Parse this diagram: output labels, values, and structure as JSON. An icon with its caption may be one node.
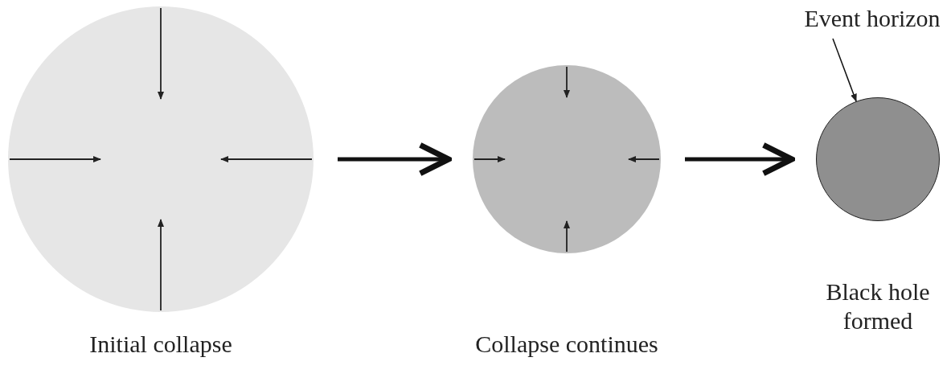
{
  "diagram": {
    "nodes": [
      {
        "text": [],
        "shape": "circle",
        "beside": [
          "Initial collapse"
        ]
      },
      {
        "text": [],
        "shape": "circle",
        "beside": [
          "Collapse continues"
        ]
      },
      {
        "text": [],
        "shape": "circle",
        "beside": [
          "Black hole formed"
        ]
      },
      {
        "text": [
          "Event horizon"
        ]
      }
    ],
    "edges": [
      {
        "from": 0,
        "to": 1,
        "arrow": "to"
      },
      {
        "from": 1,
        "to": 2,
        "arrow": "to"
      },
      {
        "from": 3,
        "to": 2,
        "arrow": "to"
      }
    ]
  }
}
